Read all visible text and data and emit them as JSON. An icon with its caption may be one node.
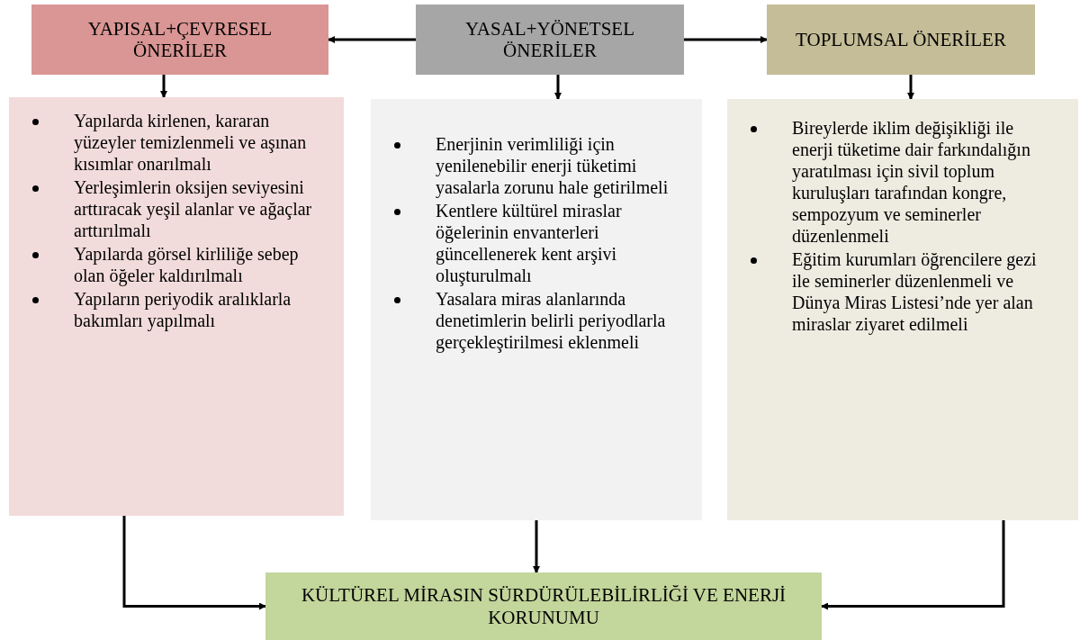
{
  "diagram": {
    "nodes": [
      {
        "text": [
          "YAPISAL+ÇEVRESEL ÖNERİLER"
        ]
      },
      {
        "text": [
          "YASAL+YÖNETSEL ÖNERİLER"
        ]
      },
      {
        "text": [
          "TOPLUMSAL ÖNERİLER"
        ]
      },
      {
        "text": [
          "Yapılarda kirlenen, kararan yüzeyler temizlenmeli ve aşınan kısımlar onarılmalı",
          "Yerleşimlerin oksijen seviyesini arttıracak yeşil alanlar ve ağaçlar arttırılmalı",
          "Yapılarda görsel kirliliğe sebep olan öğeler kaldırılmalı",
          "Yapıların periyodik aralıklarla bakımları yapılmalı"
        ]
      },
      {
        "text": [
          "Enerjinin verimliliği için yenilenebilir enerji tüketimi yasalarla zorunu hale getirilmeli",
          "Kentlere kültürel miraslar öğelerinin envanterleri güncellenerek kent arşivi oluşturulmalı",
          "Yasalara miras alanlarında denetimlerin belirli periyodlarla gerçekleştirilmesi eklenmeli"
        ]
      },
      {
        "text": [
          "Bireylerde iklim değişikliği ile enerji tüketime dair farkındalığın yaratılması için sivil toplum kuruluşları tarafından kongre, sempozyum ve seminerler düzenlenmeli",
          "Eğitim kurumları öğrencilere gezi ile seminerler düzenlenmeli ve Dünya Miras Listesi’nde yer alan miraslar ziyaret edilmeli"
        ]
      },
      {
        "text": [
          "KÜLTÜREL MİRASIN SÜRDÜRÜLEBİLİRLİĞİ VE ENERJİ KORUNUMU"
        ]
      }
    ],
    "edges": [
      {
        "from": 1,
        "to": 0,
        "arrow": "to"
      },
      {
        "from": 1,
        "to": 2,
        "arrow": "to"
      },
      {
        "from": 0,
        "to": 3,
        "arrow": "to"
      },
      {
        "from": 1,
        "to": 4,
        "arrow": "to"
      },
      {
        "from": 2,
        "to": 5,
        "arrow": "to"
      },
      {
        "from": 3,
        "to": 6,
        "arrow": "to"
      },
      {
        "from": 4,
        "to": 6,
        "arrow": "to"
      },
      {
        "from": 5,
        "to": 6,
        "arrow": "to"
      }
    ]
  }
}
